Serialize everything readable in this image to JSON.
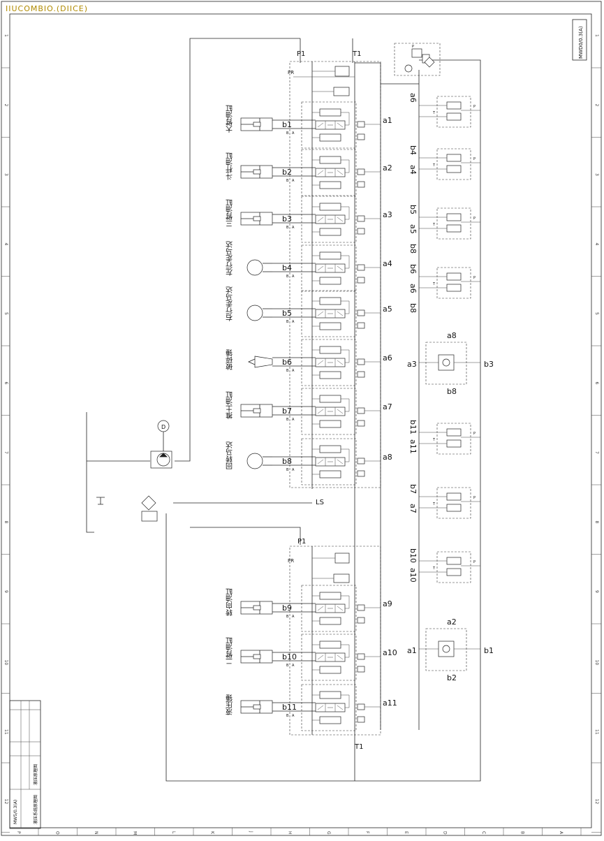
{
  "header_watermark": "IIUCOMBIO.(DIICE)",
  "drawing_no": "MWD0/0.3(A)",
  "main_ports": {
    "p1_top": "P1",
    "t1_top": "T1",
    "p1_mid": "P1",
    "t1_bottom": "T1",
    "ls": "LS",
    "pr": "PR"
  },
  "pump_label": "D",
  "sections": [
    {
      "b": "b1",
      "a": "a1",
      "name": "大臂油缸",
      "actuator": "cylinder"
    },
    {
      "b": "b2",
      "a": "a2",
      "name": "斗杆油缸",
      "actuator": "cylinder"
    },
    {
      "b": "b3",
      "a": "a3",
      "name": "三臂油缸",
      "actuator": "cylinder"
    },
    {
      "b": "b4",
      "a": "a4",
      "name": "左行走马达",
      "actuator": "motor"
    },
    {
      "b": "b5",
      "a": "a5",
      "name": "右行走马达",
      "actuator": "motor"
    },
    {
      "b": "b6",
      "a": "a6",
      "name": "破碎锤",
      "actuator": "hammer"
    },
    {
      "b": "b7",
      "a": "a7",
      "name": "推土油缸",
      "actuator": "cylinder"
    },
    {
      "b": "b8",
      "a": "a8",
      "name": "回转马达",
      "actuator": "motor"
    },
    {
      "b": "b9",
      "a": "a9",
      "name": "转向油缸",
      "actuator": "cylinder"
    },
    {
      "b": "b10",
      "a": "a10",
      "name": "二臂油缸",
      "actuator": "cylinder"
    },
    {
      "b": "b11",
      "a": "a11",
      "name": "液压锤",
      "actuator": "cylinder"
    }
  ],
  "pilot_groups": [
    {
      "ports": [
        "a6"
      ]
    },
    {
      "ports": [
        "b4",
        "a4"
      ]
    },
    {
      "ports": [
        "b5",
        "a5",
        "b8"
      ]
    },
    {
      "ports": [
        "b6",
        "a6",
        "b8"
      ]
    },
    {
      "ports": [
        "a8",
        "a3",
        "b8",
        "b3"
      ],
      "joystick": true
    },
    {
      "ports": [
        "b11",
        "a11"
      ]
    },
    {
      "ports": [
        "b7",
        "a7"
      ]
    },
    {
      "ports": [
        "b10",
        "a10"
      ]
    },
    {
      "ports": [
        "a2",
        "a1",
        "b2",
        "b1"
      ],
      "joystick": true
    }
  ],
  "grid_numbers": [
    "1",
    "2",
    "3",
    "4",
    "5",
    "6",
    "7",
    "8",
    "9",
    "10",
    "11",
    "12"
  ],
  "grid_letters": [
    "P",
    "O",
    "N",
    "M",
    "L",
    "K",
    "J",
    "H",
    "G",
    "F",
    "E",
    "D",
    "C",
    "B",
    "A"
  ],
  "title_block": {
    "title": "液压原理图",
    "drawing": "MW5/0.3(A)",
    "company": "液压系统原理图"
  }
}
